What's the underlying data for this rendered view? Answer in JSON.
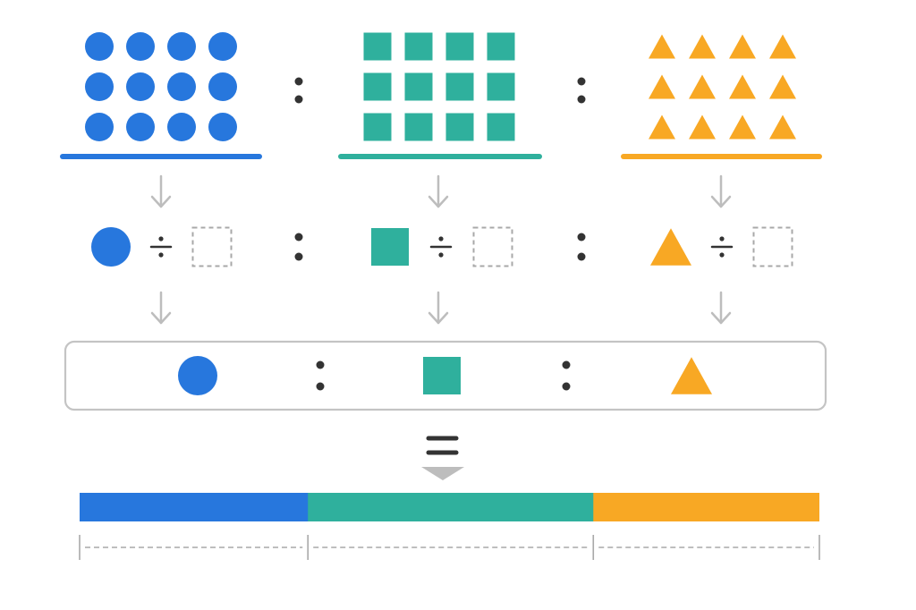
{
  "colors": {
    "blue": "#2777DD",
    "teal": "#2FB09D",
    "orange": "#F8A824",
    "arrow_gray": "#BDBDBD",
    "dark": "#333333",
    "box_border": "#C4C4C4",
    "dash_gray": "#A8A8A8"
  },
  "groups": [
    {
      "shape": "circle",
      "color_key": "blue",
      "rows": 3,
      "cols": 4
    },
    {
      "shape": "square",
      "color_key": "teal",
      "rows": 3,
      "cols": 4
    },
    {
      "shape": "triangle",
      "color_key": "orange",
      "rows": 3,
      "cols": 4
    }
  ],
  "icons": {
    "ratio_separator": "colon-icon",
    "divide": "divide-icon",
    "placeholder": "dashed-box-icon",
    "arrow": "arrow-down-icon",
    "equals": "equals-icon",
    "result_pointer": "triangle-down-icon"
  },
  "ratio_bar": {
    "segments": [
      {
        "color_key": "blue",
        "share": 0.3086
      },
      {
        "color_key": "teal",
        "share": 0.3858
      },
      {
        "color_key": "orange",
        "share": 0.3056
      }
    ]
  }
}
